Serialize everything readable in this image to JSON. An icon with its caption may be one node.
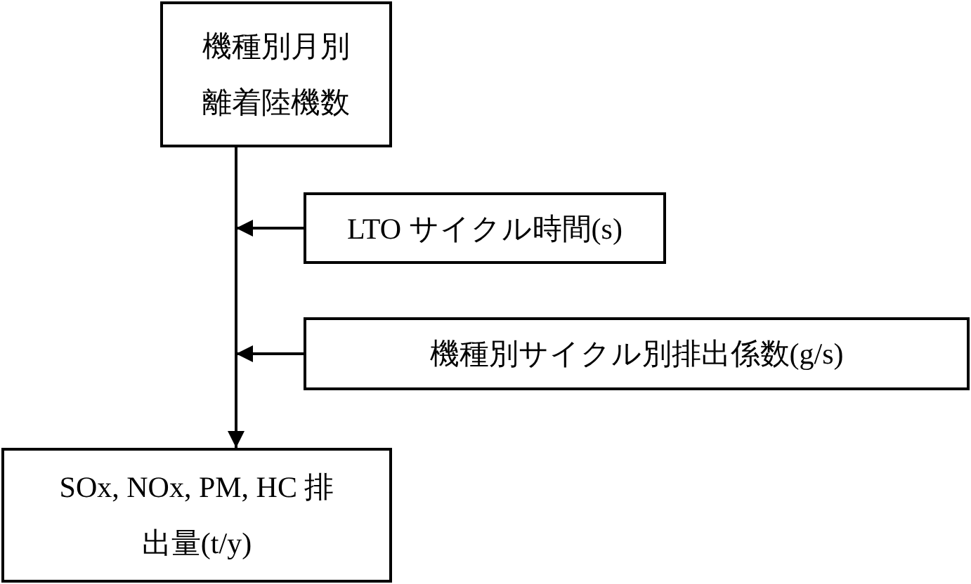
{
  "diagram": {
    "nodes": [
      {
        "text": [
          "機種別月別離着陸機数"
        ]
      },
      {
        "text": [
          "LTO サイクル時間(s)"
        ]
      },
      {
        "text": [
          "機種別サイクル別排出係数(g/s)"
        ]
      },
      {
        "text": [
          "SOx, NOx, PM, HC 排出量(t/y)"
        ]
      }
    ],
    "edges": [
      {
        "from": 0,
        "to": 3,
        "arrow": "to"
      },
      {
        "from": 1,
        "to": null,
        "arrow": "to"
      },
      {
        "from": 2,
        "to": null,
        "arrow": "to"
      }
    ]
  }
}
